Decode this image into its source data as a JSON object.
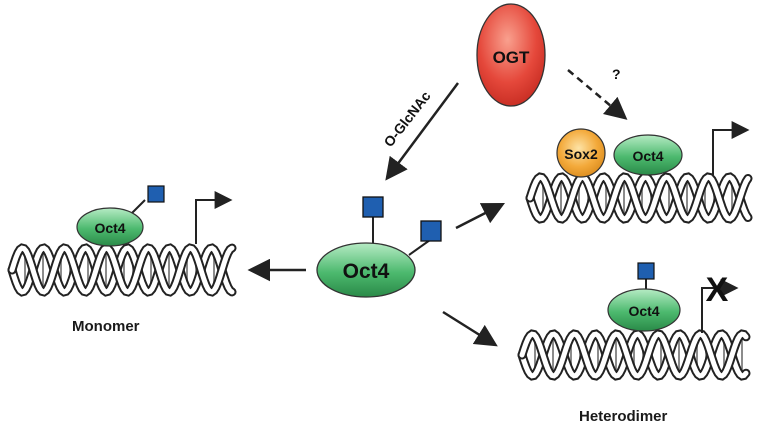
{
  "enzyme": {
    "label": "OGT",
    "color": "#e5483b"
  },
  "modification": {
    "label": "O-GlcNAc",
    "color": "#1f5fb0"
  },
  "question_mark": "?",
  "protein": {
    "label": "Oct4",
    "color": "#4cb96e"
  },
  "partner": {
    "label": "Sox2",
    "color": "#f3a93a"
  },
  "blocked_mark": "X",
  "blocked_color": "#e02020",
  "captions": {
    "left": "Monomer",
    "right": "Heterodimer"
  }
}
